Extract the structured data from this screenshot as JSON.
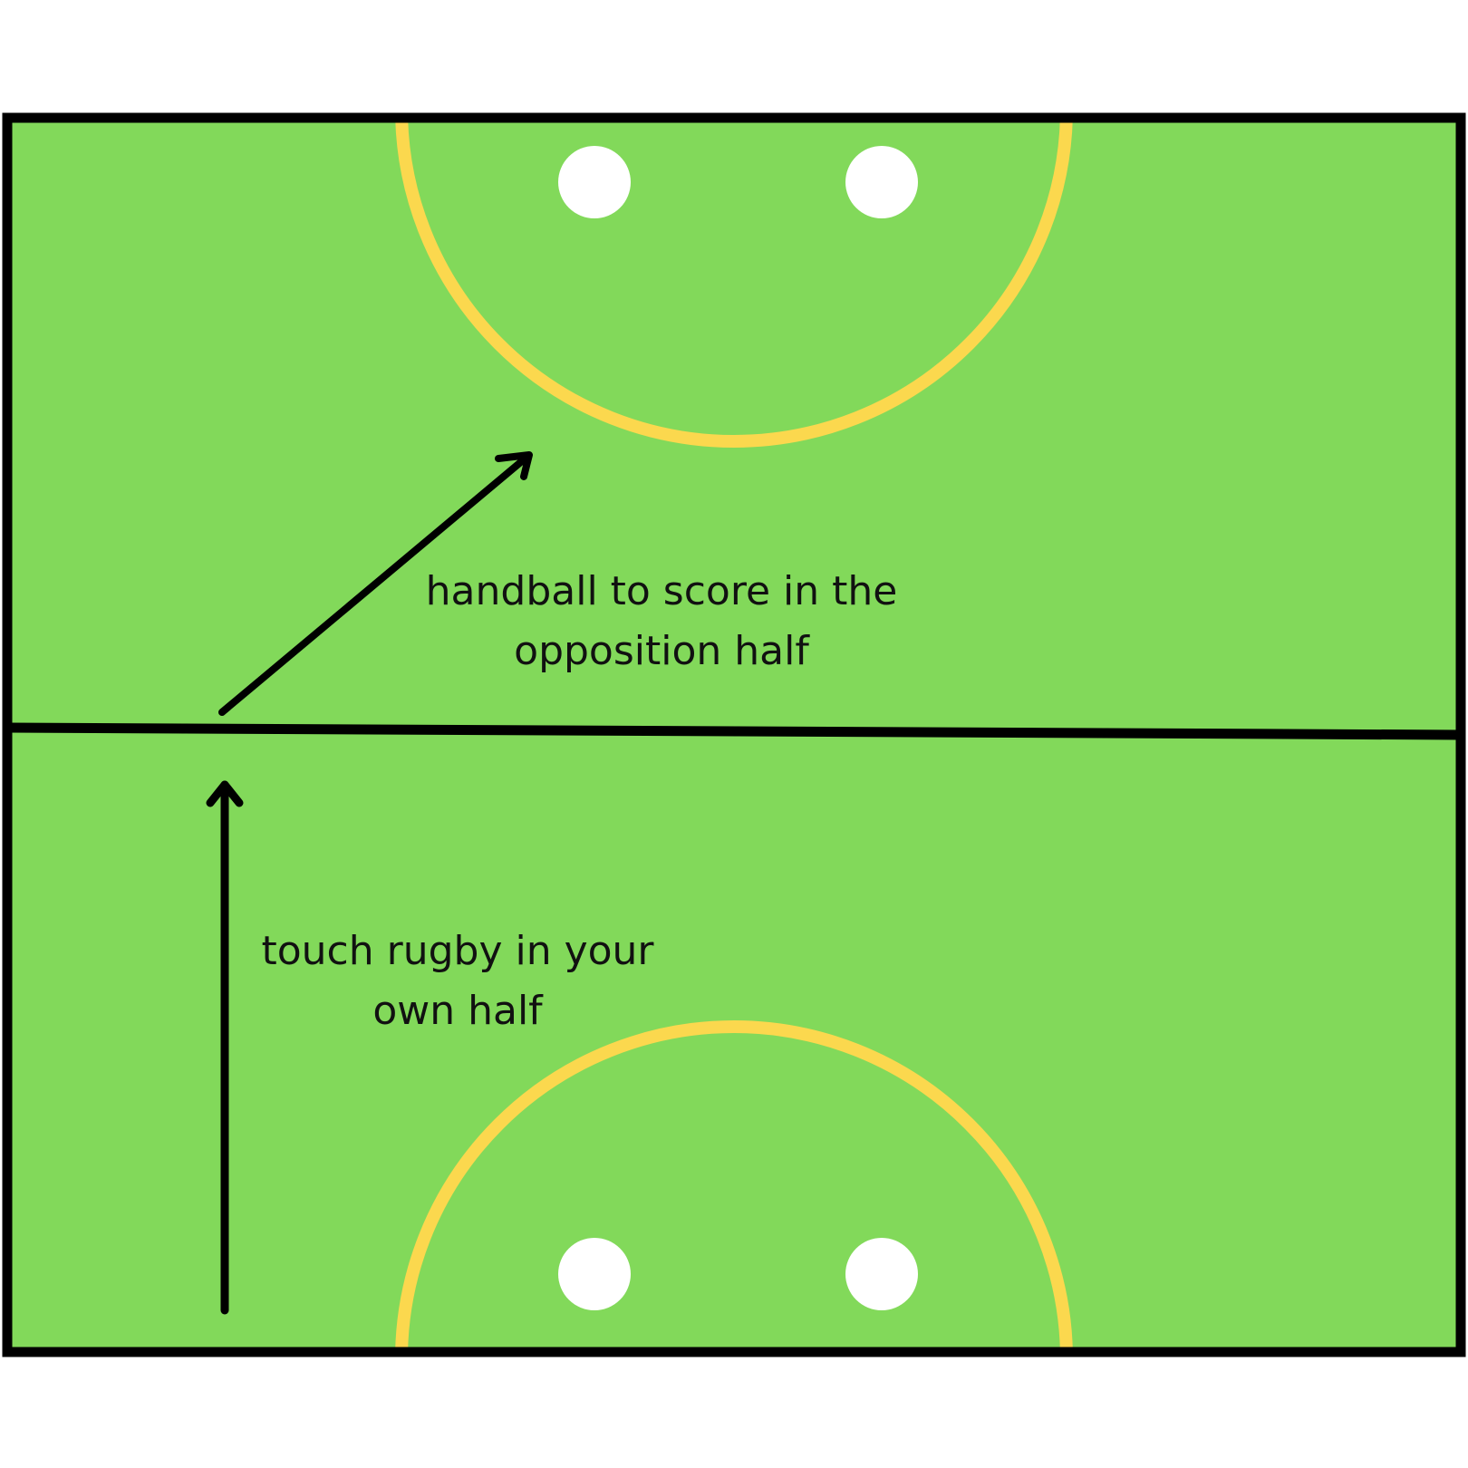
{
  "colors": {
    "pitch": "#82d95a",
    "boundary": "#000000",
    "arc": "#fbd84e",
    "marker": "#ffffff",
    "arrow": "#000000",
    "text": "#111111"
  },
  "labels": {
    "handball": {
      "line1": "handball to score in the",
      "line2": "opposition half"
    },
    "touch": {
      "line1": "touch rugby in your",
      "line2": "own half"
    }
  }
}
